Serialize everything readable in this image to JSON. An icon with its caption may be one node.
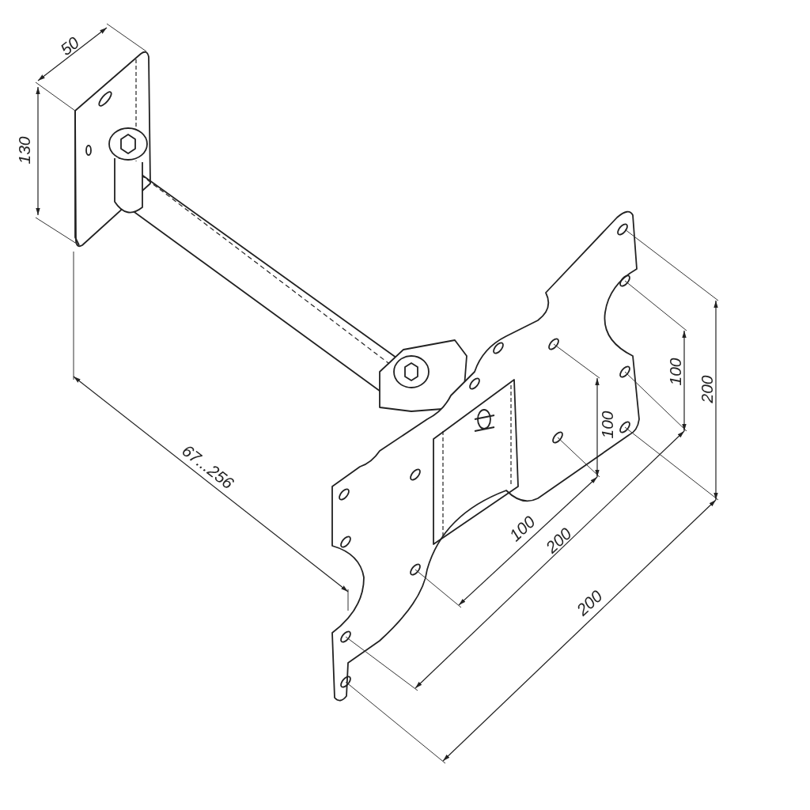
{
  "diagram": {
    "labels": [
      "50",
      "130",
      "100",
      "200",
      "100",
      "67...256",
      "100",
      "200",
      "200"
    ]
  }
}
